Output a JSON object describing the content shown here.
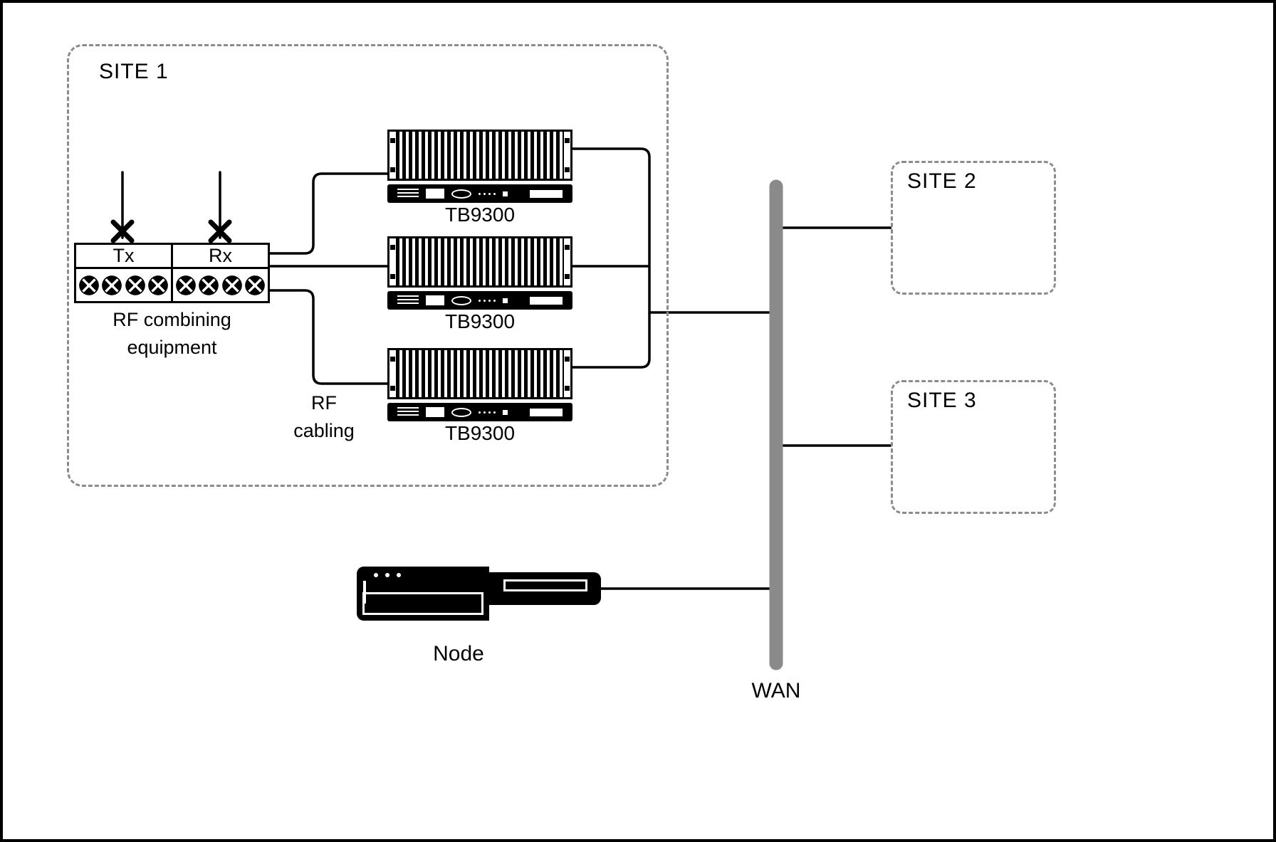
{
  "sites": {
    "site1": "SITE 1",
    "site2": "SITE 2",
    "site3": "SITE 3"
  },
  "combiner": {
    "tx": "Tx",
    "rx": "Rx",
    "caption": "RF combining equipment"
  },
  "labels": {
    "rf_cabling": "RF cabling",
    "wan": "WAN",
    "node": "Node"
  },
  "devices": [
    {
      "label": "TB9300"
    },
    {
      "label": "TB9300"
    },
    {
      "label": "TB9300"
    }
  ],
  "colors": {
    "line": "#000000",
    "dashed_border": "#8c8c8c",
    "wan_bar": "#8a8a8a",
    "device": "#000000",
    "background": "#ffffff"
  }
}
